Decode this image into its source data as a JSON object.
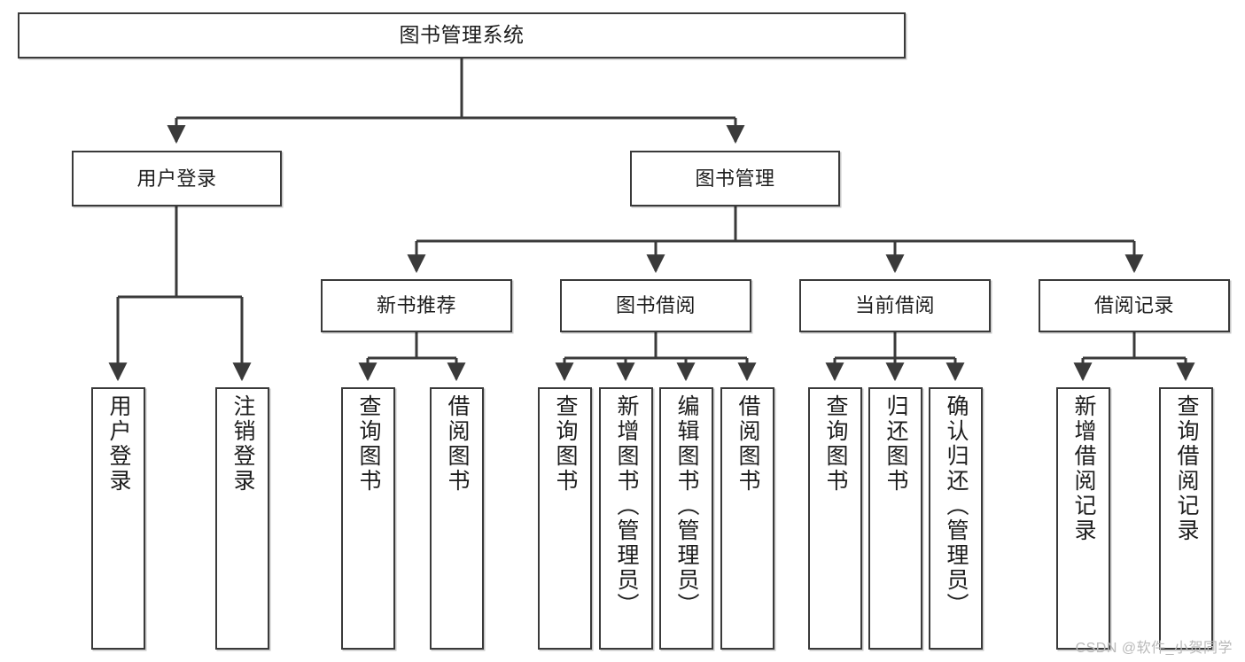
{
  "diagram": {
    "type": "tree",
    "title": "图书管理系统",
    "watermark": "CSDN @软件_小贺同学",
    "colors": {
      "box_border": "#3a3a3a",
      "box_fill": "#ffffff",
      "connector": "#3a3a3a",
      "text": "#1d1d1d",
      "watermark": "#b9b9b9"
    },
    "root": {
      "label": "图书管理系统"
    },
    "level2": [
      {
        "label": "用户登录"
      },
      {
        "label": "图书管理"
      }
    ],
    "level3": [
      {
        "label": "新书推荐"
      },
      {
        "label": "图书借阅"
      },
      {
        "label": "当前借阅"
      },
      {
        "label": "借阅记录"
      }
    ],
    "leaves": {
      "user_login": [
        {
          "label": "用户登录"
        },
        {
          "label": "注销登录"
        }
      ],
      "new_book_recommend": [
        {
          "label": "查询图书"
        },
        {
          "label": "借阅图书"
        }
      ],
      "book_borrow": [
        {
          "label": "查询图书"
        },
        {
          "label": "新增图书（管理员）"
        },
        {
          "label": "编辑图书（管理员）"
        },
        {
          "label": "借阅图书"
        }
      ],
      "current_borrow": [
        {
          "label": "查询图书"
        },
        {
          "label": "归还图书"
        },
        {
          "label": "确认归还（管理员）"
        }
      ],
      "borrow_record": [
        {
          "label": "新增借阅记录"
        },
        {
          "label": "查询借阅记录"
        }
      ]
    }
  }
}
